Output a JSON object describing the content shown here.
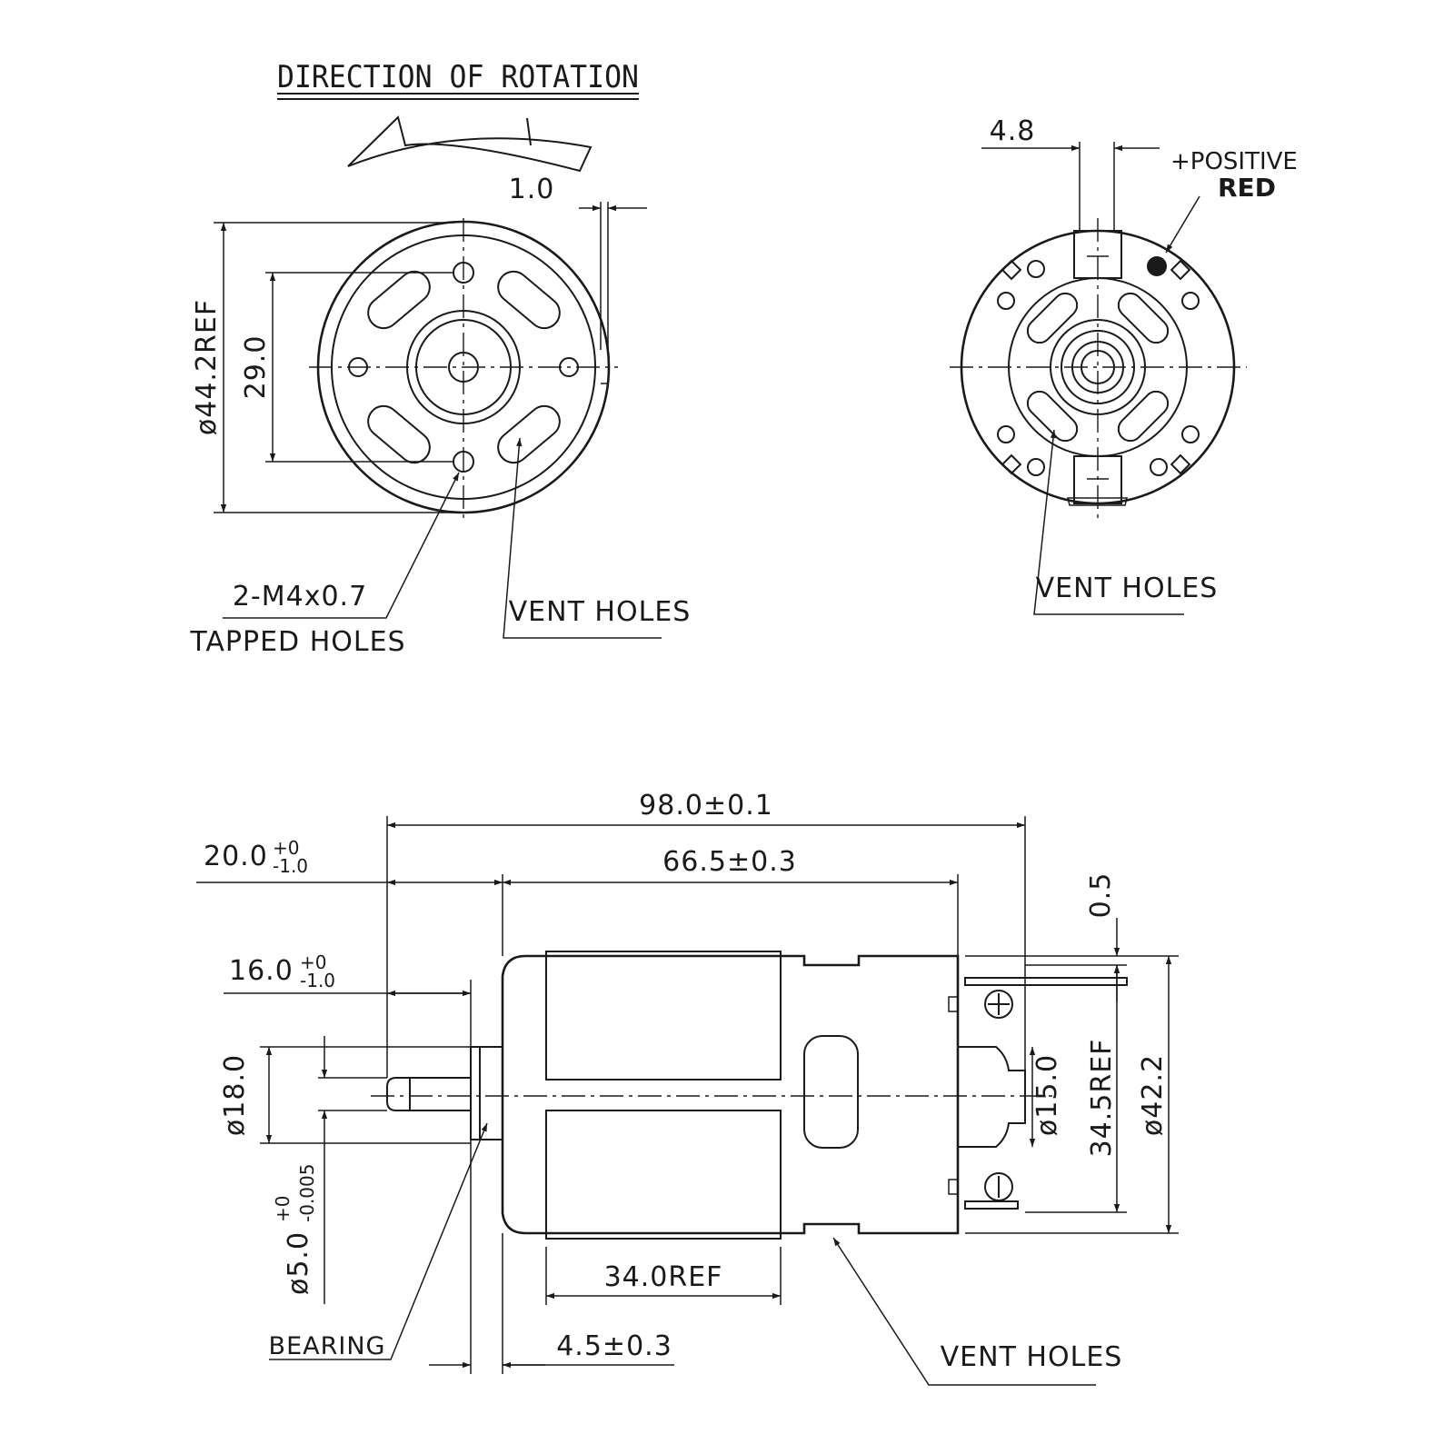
{
  "labels": {
    "direction_of_rotation": "DIRECTION OF ROTATION",
    "front_view": {
      "dim_1_0": "1.0",
      "dim_diameter_ref": "ø44.2REF",
      "dim_29_0": "29.0",
      "tapped_holes_line1": "2-M4x0.7",
      "tapped_holes_line2": "TAPPED HOLES",
      "vent_holes": "VENT HOLES"
    },
    "rear_view": {
      "dim_4_8": "4.8",
      "positive": "+POSITIVE",
      "red": "RED",
      "vent_holes": "VENT HOLES"
    },
    "side_view": {
      "dim_overall_length": "98.0±0.1",
      "dim_20": "20.0",
      "dim_20_tol_upper": "+0",
      "dim_20_tol_lower": "-1.0",
      "dim_body_length": "66.5±0.3",
      "dim_16": "16.0",
      "dim_16_tol_upper": "+0",
      "dim_16_tol_lower": "-1.0",
      "dim_0_5": "0.5",
      "dim_18": "ø18.0",
      "dim_15": "ø15.0",
      "dim_34_5_ref": "34.5REF",
      "dim_42_2": "ø42.2",
      "dim_shaft": "ø5.0",
      "dim_shaft_tol_upper": "+0",
      "dim_shaft_tol_lower": "-0.005",
      "dim_34_ref": "34.0REF",
      "dim_4_5": "4.5±0.3",
      "bearing": "BEARING",
      "vent_holes": "VENT HOLES"
    }
  },
  "colors": {
    "ink": "#1a1a1a",
    "background": "#ffffff"
  }
}
